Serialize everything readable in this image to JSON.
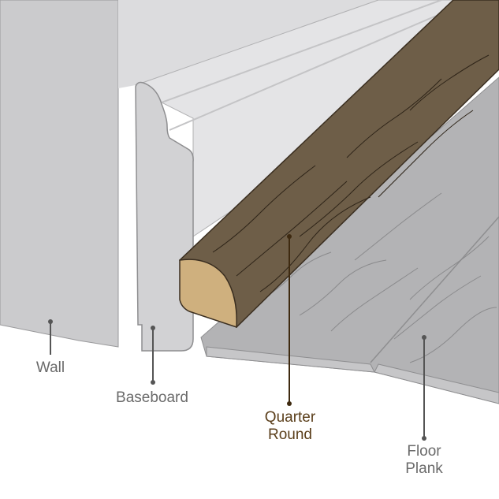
{
  "labels": {
    "wall": "Wall",
    "baseboard": "Baseboard",
    "quarter_round_line1": "Quarter",
    "quarter_round_line2": "Round",
    "floor_plank_line1": "Floor",
    "floor_plank_line2": "Plank"
  },
  "colors": {
    "label_grey": "#6a6a6a",
    "label_brown": "#5a3e1a",
    "wood": "#6e5e48",
    "wood_end": "#cfb07e",
    "wall": "#cbcbcd",
    "floor": "#a9a9ab"
  }
}
